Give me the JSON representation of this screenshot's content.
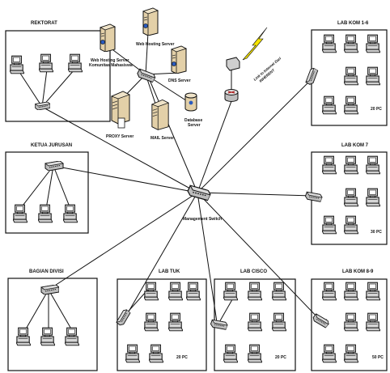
{
  "rooms": {
    "rektorat": {
      "name": "REKTORAT"
    },
    "ketua_jurusan": {
      "name": "KETUA JURUSAN"
    },
    "bagian_divisi": {
      "name": "BAGIAN DIVISI"
    },
    "lab_kom_1_6": {
      "name": "LAB KOM 1-6",
      "pc_count": "20 PC"
    },
    "lab_kom_7": {
      "name": "LAB KOM 7",
      "pc_count": "30 PC"
    },
    "lab_tuk": {
      "name": "LAB TUK",
      "pc_count": "20 PC"
    },
    "lab_cisco": {
      "name": "LAB CISCO",
      "pc_count": "20 PC"
    },
    "lab_kom_8_9": {
      "name": "LAB KOM 8-9",
      "pc_count": "50 PC"
    }
  },
  "servers": {
    "web_hosting_komunitas": {
      "line1": "Web Hosting Server",
      "line2": "Komunitas Mahasiswa"
    },
    "web_hosting": {
      "line1": "Web Hosting Server"
    },
    "dns": {
      "line1": "DNS Server"
    },
    "proxy": {
      "line1": "PROXY Server"
    },
    "mail": {
      "line1": "MAIL Server"
    },
    "database": {
      "line1": "Database",
      "line2": "Server"
    }
  },
  "core": {
    "switch_label": "Management Switch"
  },
  "internet": {
    "line1": "Link to Internet Dari",
    "line2": "INHERENT"
  }
}
